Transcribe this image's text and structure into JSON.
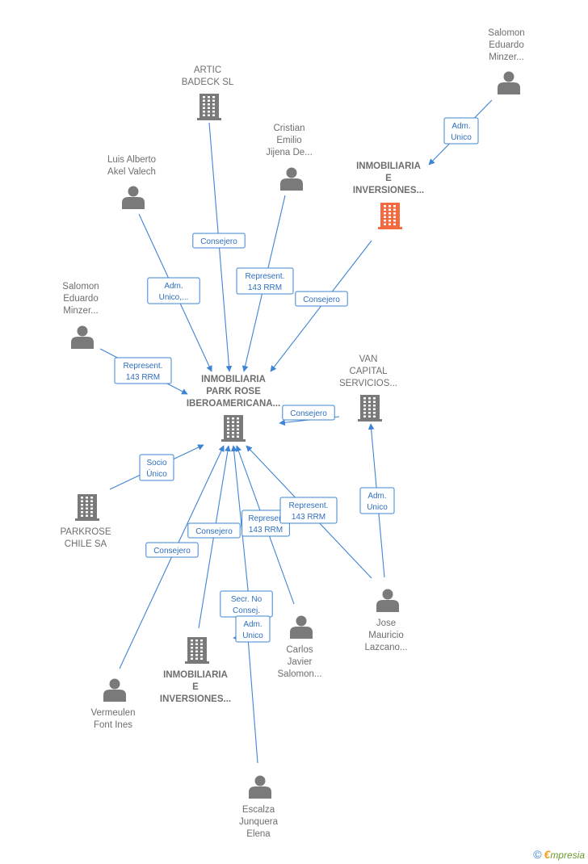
{
  "nodes": [
    {
      "id": "center",
      "type": "building",
      "accent": false,
      "bold": true,
      "lines": [
        "INMOBILIARIA",
        "PARK ROSE",
        "IBEROAMERICANA..."
      ]
    },
    {
      "id": "artic",
      "type": "building",
      "accent": false,
      "bold": false,
      "lines": [
        "ARTIC",
        "BADECK  SL"
      ]
    },
    {
      "id": "salomon_top",
      "type": "person",
      "accent": false,
      "bold": false,
      "lines": [
        "Salomon",
        "Eduardo",
        "Minzer..."
      ]
    },
    {
      "id": "cristian",
      "type": "person",
      "accent": false,
      "bold": false,
      "lines": [
        "Cristian",
        "Emilio",
        "Jijena De..."
      ]
    },
    {
      "id": "inmob_top",
      "type": "building",
      "accent": true,
      "bold": true,
      "lines": [
        "INMOBILIARIA",
        "E",
        "INVERSIONES..."
      ]
    },
    {
      "id": "luis",
      "type": "person",
      "accent": false,
      "bold": false,
      "lines": [
        "Luis Alberto",
        "Akel Valech"
      ]
    },
    {
      "id": "salomon_left",
      "type": "person",
      "accent": false,
      "bold": false,
      "lines": [
        "Salomon",
        "Eduardo",
        "Minzer..."
      ]
    },
    {
      "id": "van",
      "type": "building",
      "accent": false,
      "bold": false,
      "lines": [
        "VAN",
        "CAPITAL",
        "SERVICIOS..."
      ]
    },
    {
      "id": "parkrose",
      "type": "building",
      "accent": false,
      "bold": false,
      "lines": [
        "PARKROSE",
        "CHILE SA"
      ]
    },
    {
      "id": "inmob_bottom",
      "type": "building",
      "accent": false,
      "bold": true,
      "lines": [
        "INMOBILIARIA",
        "E",
        "INVERSIONES..."
      ]
    },
    {
      "id": "carlos",
      "type": "person",
      "accent": false,
      "bold": false,
      "lines": [
        "Carlos",
        "Javier",
        "Salomon..."
      ]
    },
    {
      "id": "jose",
      "type": "person",
      "accent": false,
      "bold": false,
      "lines": [
        "Jose",
        "Mauricio",
        "Lazcano..."
      ]
    },
    {
      "id": "vermeulen",
      "type": "person",
      "accent": false,
      "bold": false,
      "lines": [
        "Vermeulen",
        "Font Ines"
      ]
    },
    {
      "id": "escalza",
      "type": "person",
      "accent": false,
      "bold": false,
      "lines": [
        "Escalza",
        "Junquera",
        "Elena"
      ]
    }
  ],
  "edges": [
    {
      "from": "salomon_top",
      "to": "inmob_top",
      "label": [
        "Adm.",
        "Unico"
      ]
    },
    {
      "from": "artic",
      "to": "center",
      "label": [
        "Consejero"
      ]
    },
    {
      "from": "cristian",
      "to": "center",
      "label": [
        "Represent.",
        "143 RRM"
      ]
    },
    {
      "from": "inmob_top",
      "to": "center",
      "label": [
        "Consejero"
      ]
    },
    {
      "from": "luis",
      "to": "center",
      "label": [
        "Adm.",
        "Unico,..."
      ]
    },
    {
      "from": "salomon_left",
      "to": "center",
      "label": [
        "Represent.",
        "143 RRM"
      ]
    },
    {
      "from": "van",
      "to": "center",
      "label": [
        "Consejero"
      ]
    },
    {
      "from": "parkrose",
      "to": "center",
      "label": [
        "Socio",
        "Único"
      ]
    },
    {
      "from": "vermeulen",
      "to": "center",
      "label": [
        "Consejero"
      ]
    },
    {
      "from": "inmob_bottom",
      "to": "center",
      "label": [
        "Consejero"
      ]
    },
    {
      "from": "carlos",
      "to": "center",
      "label": [
        "Represen",
        "143 RRM"
      ]
    },
    {
      "from": "jose",
      "to": "center",
      "label": [
        "Represent.",
        "143 RRM"
      ]
    },
    {
      "from": "jose",
      "to": "van",
      "label": [
        "Adm.",
        "Unico"
      ]
    },
    {
      "from": "escalza",
      "to": "center",
      "label": [
        "Secr.  No",
        "Consej."
      ]
    },
    {
      "from": "escalza",
      "to": "inmob_bottom",
      "label": [
        "Adm.",
        "Unico"
      ]
    }
  ],
  "footer": {
    "copyright": "©",
    "brand_initial": "€",
    "brand_rest": "mpresia"
  }
}
